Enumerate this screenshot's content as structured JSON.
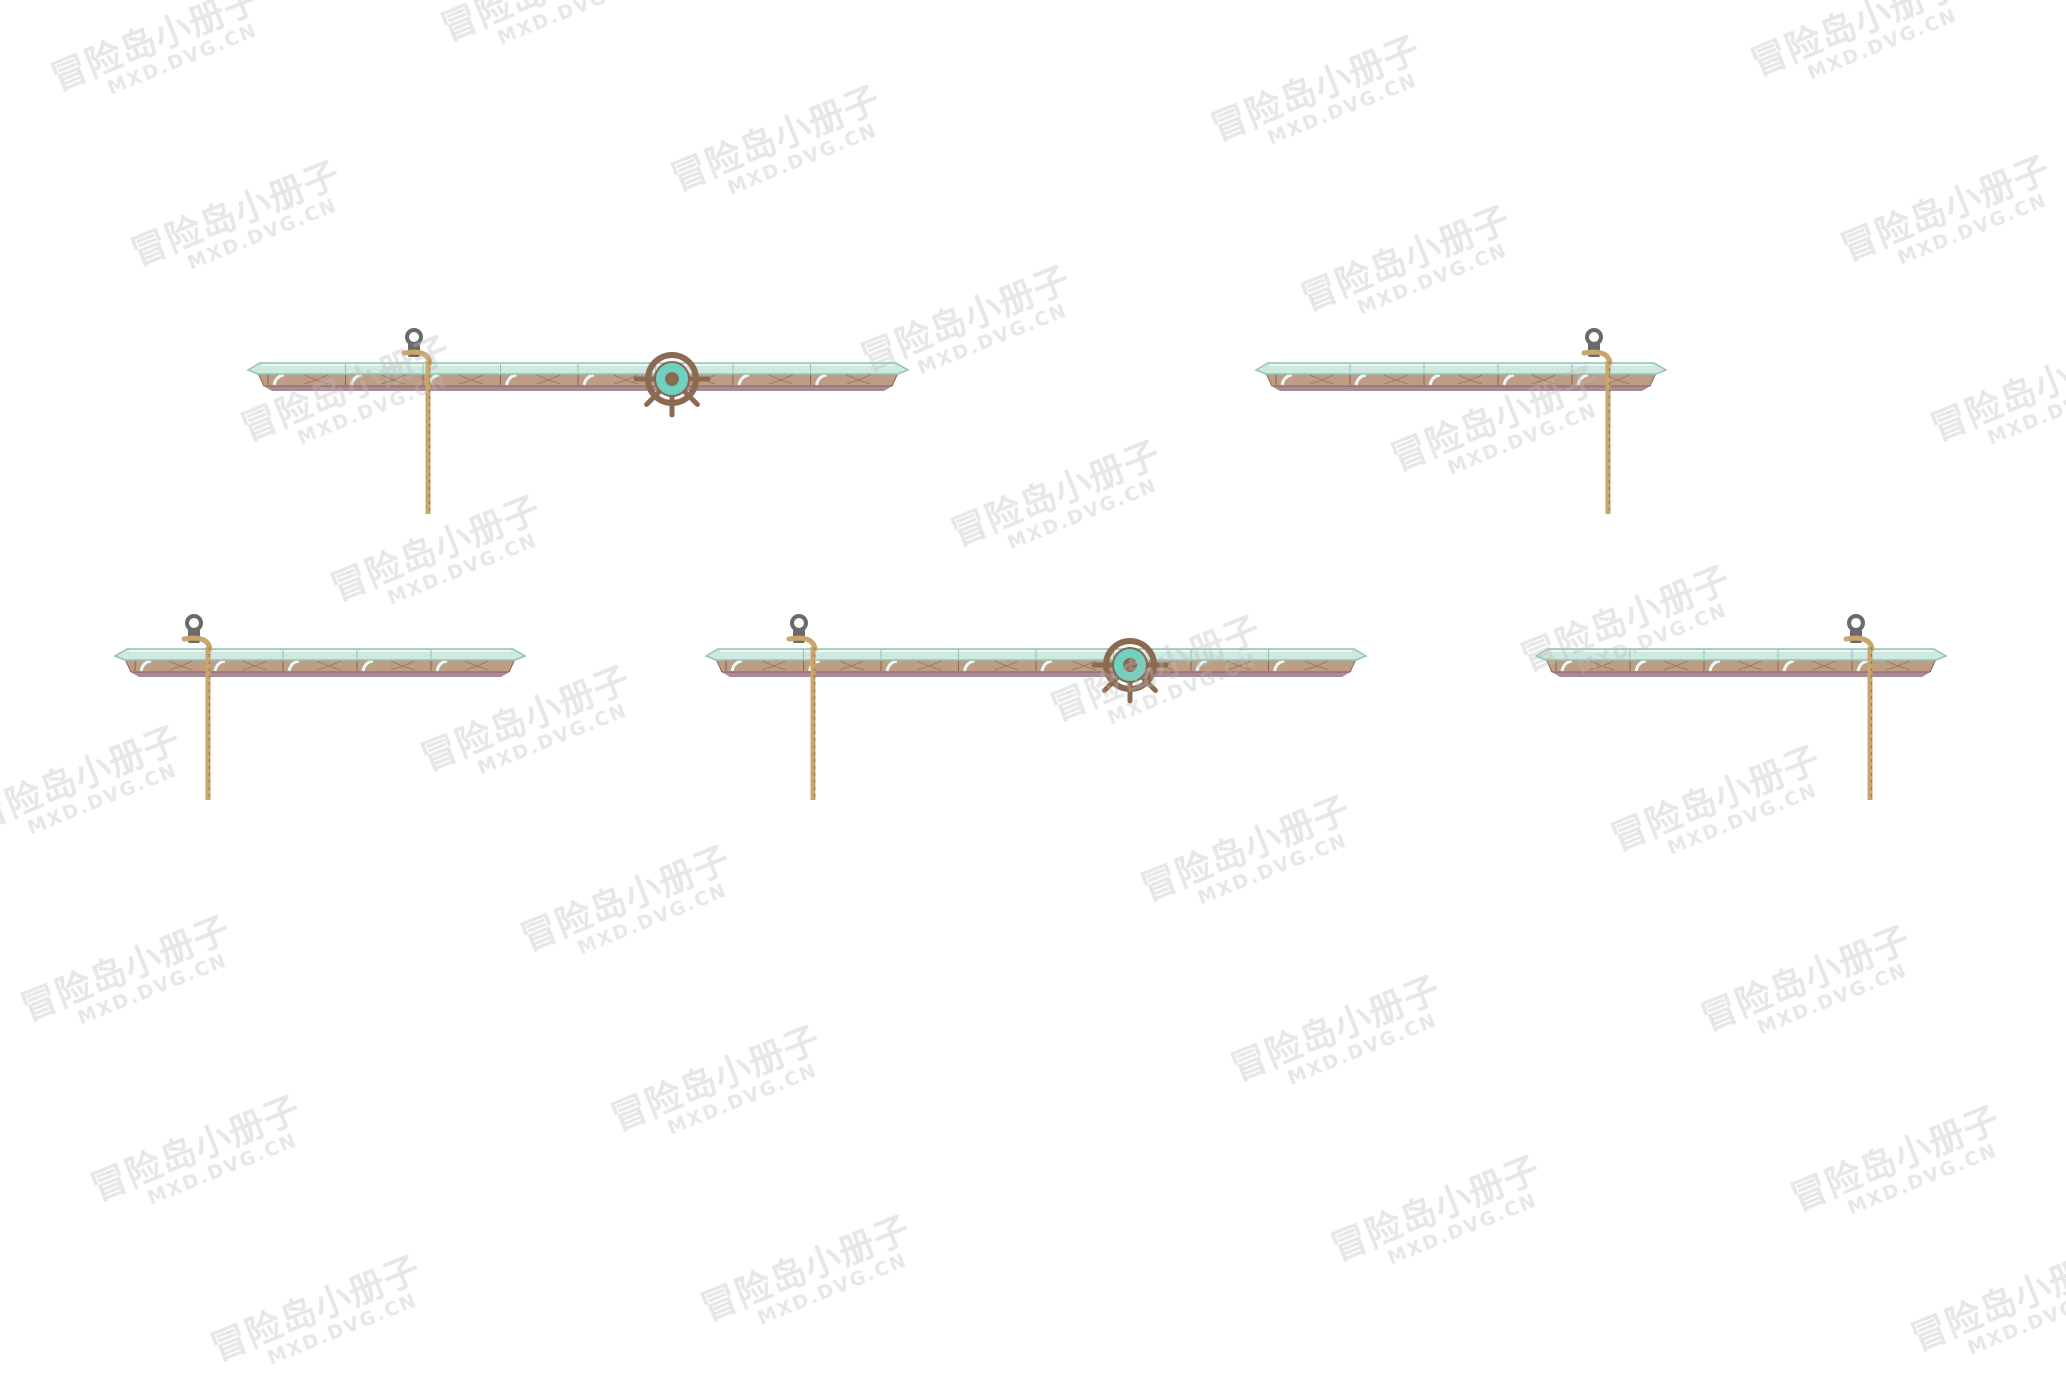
{
  "scene": {
    "background": "#ffffff",
    "platforms": [
      {
        "id": "platform-1",
        "has_wheel": true,
        "has_rope": true
      },
      {
        "id": "platform-2",
        "has_wheel": false,
        "has_rope": true
      },
      {
        "id": "platform-3",
        "has_wheel": false,
        "has_rope": true
      },
      {
        "id": "platform-4",
        "has_wheel": true,
        "has_rope": true
      },
      {
        "id": "platform-5",
        "has_wheel": false,
        "has_rope": true
      }
    ]
  },
  "watermark": {
    "line1": "冒险岛小册子",
    "line2": "MXD.DVG.CN"
  },
  "colors": {
    "top_surface": "#cfe8e0",
    "top_edge": "#93c3b4",
    "top_highlight": "#eaf7f3",
    "beam_face": "#bf9d84",
    "beam_dark": "#8a6450",
    "beam_bottom": "#a98a9a",
    "rope": "#c9a66e",
    "rope_dark": "#9a7a44",
    "hook": "#6a6a6a",
    "wheel_wood": "#8c6a52",
    "wheel_center": "#6ed2c0"
  }
}
